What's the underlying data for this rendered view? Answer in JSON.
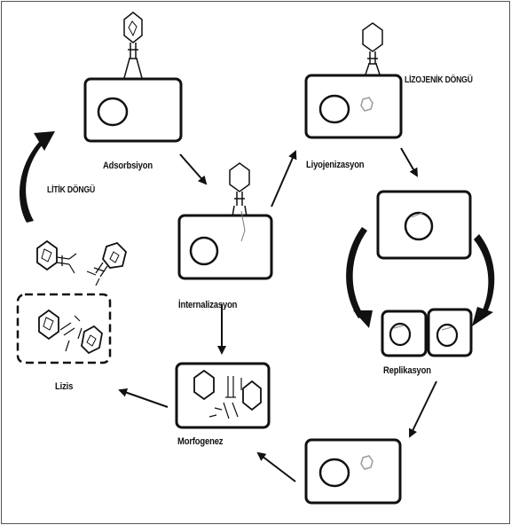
{
  "labels": {
    "adsorption": "Adsorbsiyon",
    "internalization": "İnternalizasyon",
    "lysogenization": "Liyojenizasyon",
    "lysogenic_cycle": "LİZOJENİK DÖNGÜ",
    "replication": "Replikasyon",
    "morphogenesis": "Morfogenez",
    "lysis": "Lizis",
    "lytic_cycle": "LİTİK DÖNGÜ"
  },
  "colors": {
    "stroke": "#111111",
    "plasmid": "#9a9a9a",
    "background": "#ffffff"
  }
}
